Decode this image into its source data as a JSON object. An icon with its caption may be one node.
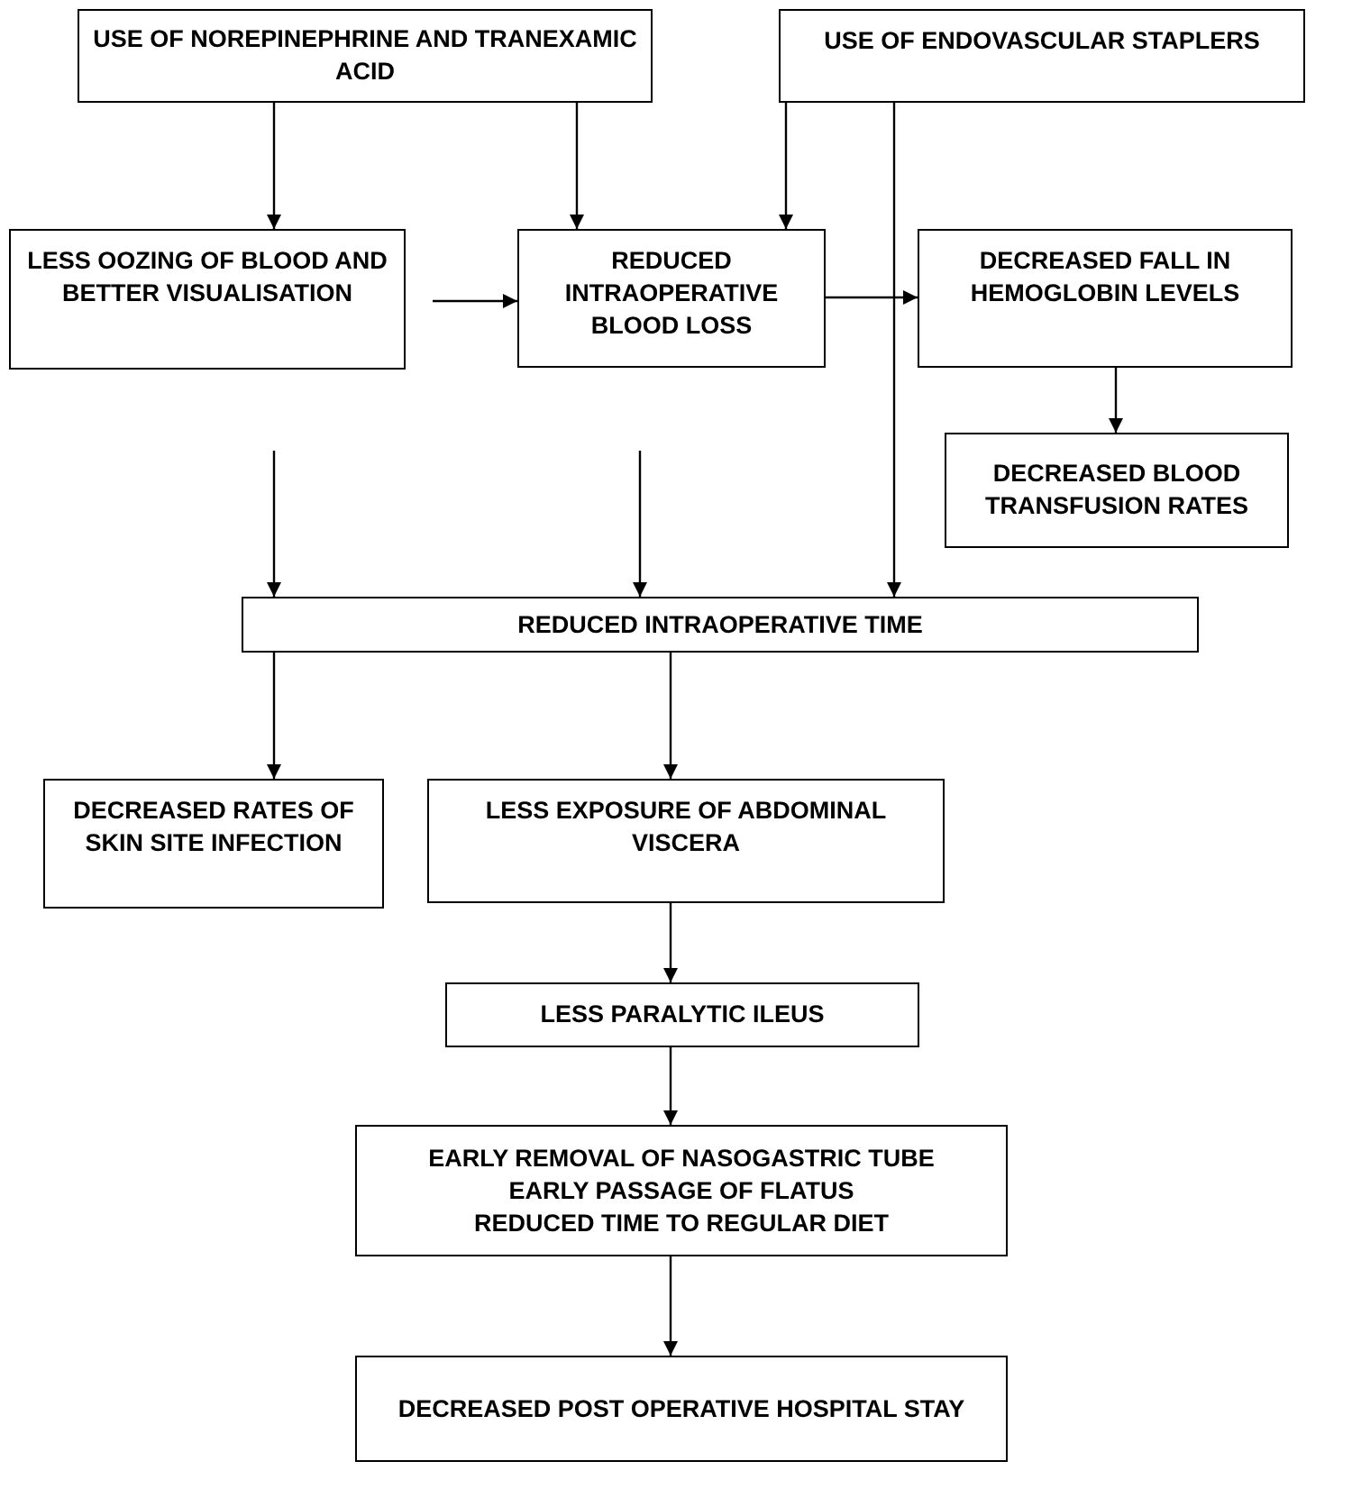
{
  "diagram": {
    "nodes": [
      {
        "text": [
          "USE OF NOREPINEPHRINE AND TRANEXAMIC ACID"
        ]
      },
      {
        "text": [
          "USE OF ENDOVASCULAR STAPLERS"
        ]
      },
      {
        "text": [
          "LESS OOZING OF BLOOD AND BETTER VISUALISATION"
        ]
      },
      {
        "text": [
          "REDUCED INTRAOPERATIVE BLOOD LOSS"
        ]
      },
      {
        "text": [
          "DECREASED FALL IN HEMOGLOBIN LEVELS"
        ]
      },
      {
        "text": [
          "DECREASED BLOOD TRANSFUSION RATES"
        ]
      },
      {
        "text": [
          "REDUCED INTRAOPERATIVE TIME"
        ]
      },
      {
        "text": [
          "DECREASED RATES OF SKIN SITE INFECTION"
        ]
      },
      {
        "text": [
          "LESS EXPOSURE OF ABDOMINAL VISCERA"
        ]
      },
      {
        "text": [
          "LESS PARALYTIC ILEUS"
        ]
      },
      {
        "text": [
          "EARLY REMOVAL OF NASOGASTRIC TUBE",
          "EARLY PASSAGE OF FLATUS",
          "REDUCED TIME TO REGULAR DIET"
        ]
      },
      {
        "text": [
          "DECREASED POST OPERATIVE HOSPITAL STAY"
        ]
      }
    ],
    "edges": [
      {
        "from": 0,
        "to": 2,
        "arrow": "to"
      },
      {
        "from": 0,
        "to": 3,
        "arrow": "to"
      },
      {
        "from": 1,
        "to": 3,
        "arrow": "to"
      },
      {
        "from": 1,
        "to": 6,
        "arrow": "to"
      },
      {
        "from": 2,
        "to": 3,
        "arrow": "to"
      },
      {
        "from": 3,
        "to": 4,
        "arrow": "to"
      },
      {
        "from": 4,
        "to": 5,
        "arrow": "to"
      },
      {
        "from": 2,
        "to": 6,
        "arrow": "to"
      },
      {
        "from": 3,
        "to": 6,
        "arrow": "to"
      },
      {
        "from": 6,
        "to": 7,
        "arrow": "to"
      },
      {
        "from": 6,
        "to": 8,
        "arrow": "to"
      },
      {
        "from": 8,
        "to": 9,
        "arrow": "to"
      },
      {
        "from": 9,
        "to": 10,
        "arrow": "to"
      },
      {
        "from": 10,
        "to": 11,
        "arrow": "to"
      }
    ]
  }
}
